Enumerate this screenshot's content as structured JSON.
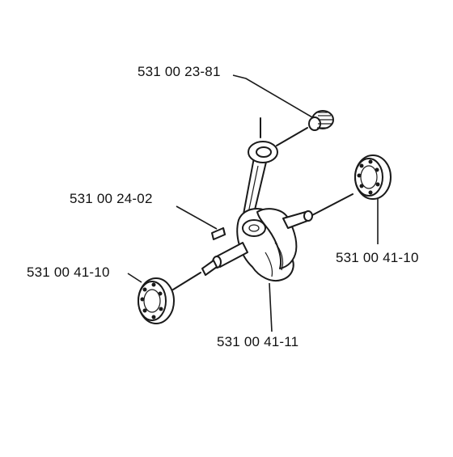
{
  "diagram": {
    "parts": [
      {
        "id": "needle_bearing",
        "part_number": "531 00 23-81"
      },
      {
        "id": "key",
        "part_number": "531 00 24-02"
      },
      {
        "id": "ball_bearing_left",
        "part_number": "531 00 41-10"
      },
      {
        "id": "ball_bearing_right",
        "part_number": "531 00 41-10"
      },
      {
        "id": "crankshaft",
        "part_number": "531 00 41-11"
      }
    ]
  }
}
